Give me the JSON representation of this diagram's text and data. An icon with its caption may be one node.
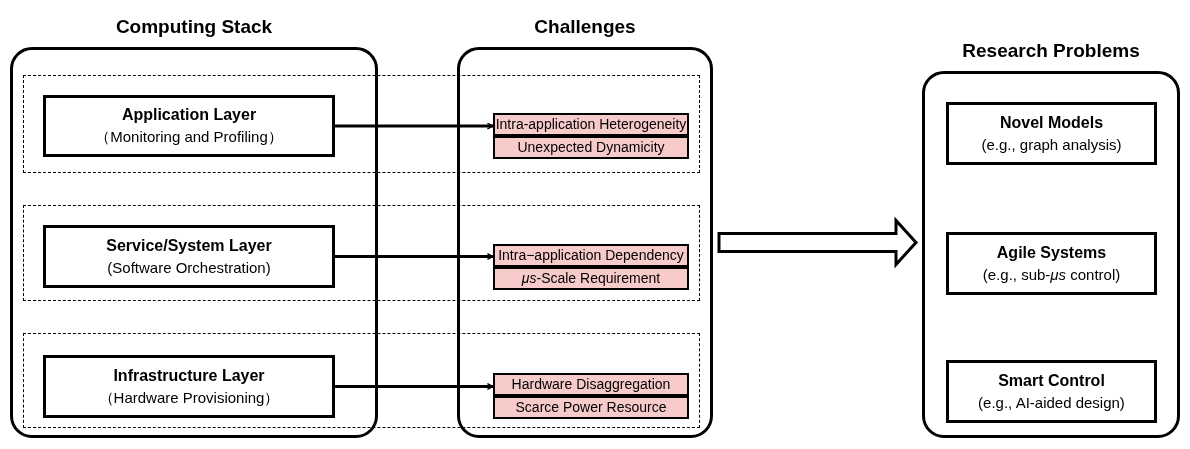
{
  "diagram": {
    "nodes": [
      {
        "text": [
          "Computing Stack"
        ]
      },
      {
        "text": [
          "Challenges"
        ]
      },
      {
        "text": [
          "Research Problems"
        ]
      },
      {
        "text": [
          "Application Layer",
          "（Monitoring and Profiling）"
        ],
        "in": 0
      },
      {
        "text": [
          "Intra-application Heterogeneity"
        ],
        "in": 1
      },
      {
        "text": [
          "Unexpected Dynamicity"
        ],
        "in": 1
      },
      {
        "text": [
          "Service/System Layer",
          "(Software Orchestration)"
        ],
        "in": 0
      },
      {
        "text": [
          "Intra−application Dependency"
        ],
        "in": 1
      },
      {
        "text": [
          "*μs*-Scale Requirement"
        ],
        "in": 1
      },
      {
        "text": [
          "Infrastructure Layer",
          "（Hardware Provisioning）"
        ],
        "in": 0
      },
      {
        "text": [
          "Hardware Disaggregation"
        ],
        "in": 1
      },
      {
        "text": [
          "Scarce Power Resource"
        ],
        "in": 1
      },
      {
        "text": [
          "Novel Models",
          "(e.g., graph analysis)"
        ],
        "in": 2
      },
      {
        "text": [
          "Agile Systems",
          "(e.g., sub-*μs*  control)"
        ],
        "in": 2
      },
      {
        "text": [
          "Smart Control",
          "(e.g., AI-aided design)"
        ],
        "in": 2
      }
    ],
    "edges": [
      {
        "from": 3,
        "to": 4,
        "arrow": "to"
      },
      {
        "from": 6,
        "to": 7,
        "arrow": "to"
      },
      {
        "from": 9,
        "to": 10,
        "arrow": "to"
      },
      {
        "from": 1,
        "to": 2,
        "arrow": "to",
        "style": "thick"
      }
    ]
  }
}
